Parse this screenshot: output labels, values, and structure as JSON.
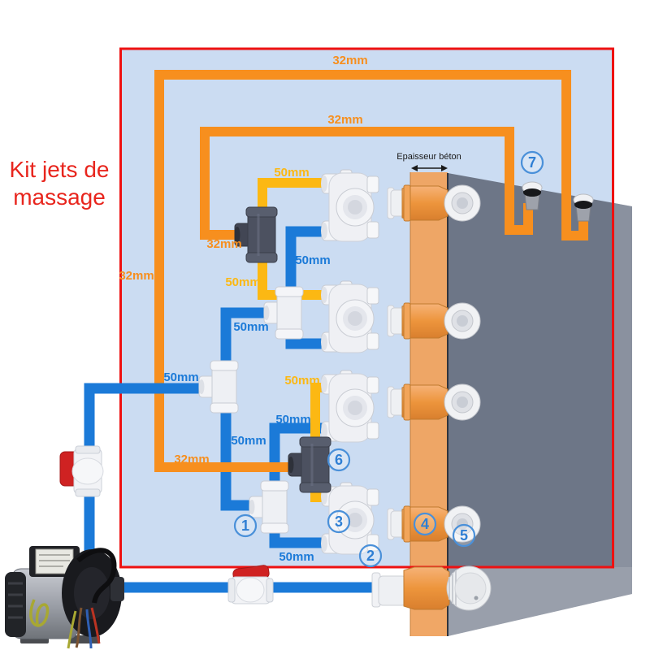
{
  "title": "Kit jets de massage",
  "wall": {
    "thickness_label": "Epaisseur béton"
  },
  "pipes": {
    "air_size_label": "32mm",
    "water_size_label": "50mm"
  },
  "markers": [
    "1",
    "2",
    "3",
    "4",
    "5",
    "6",
    "7"
  ],
  "colors": {
    "air_pipe": "#f78f1e",
    "flex_hose": "#fcb813",
    "water_pipe": "#1b7ad8",
    "diagram_border": "#ee1111",
    "diagram_background": "#cbdcf2",
    "wall_face": "#6d7687",
    "concrete_section": "#efa25e",
    "title_text": "#e8251d"
  }
}
